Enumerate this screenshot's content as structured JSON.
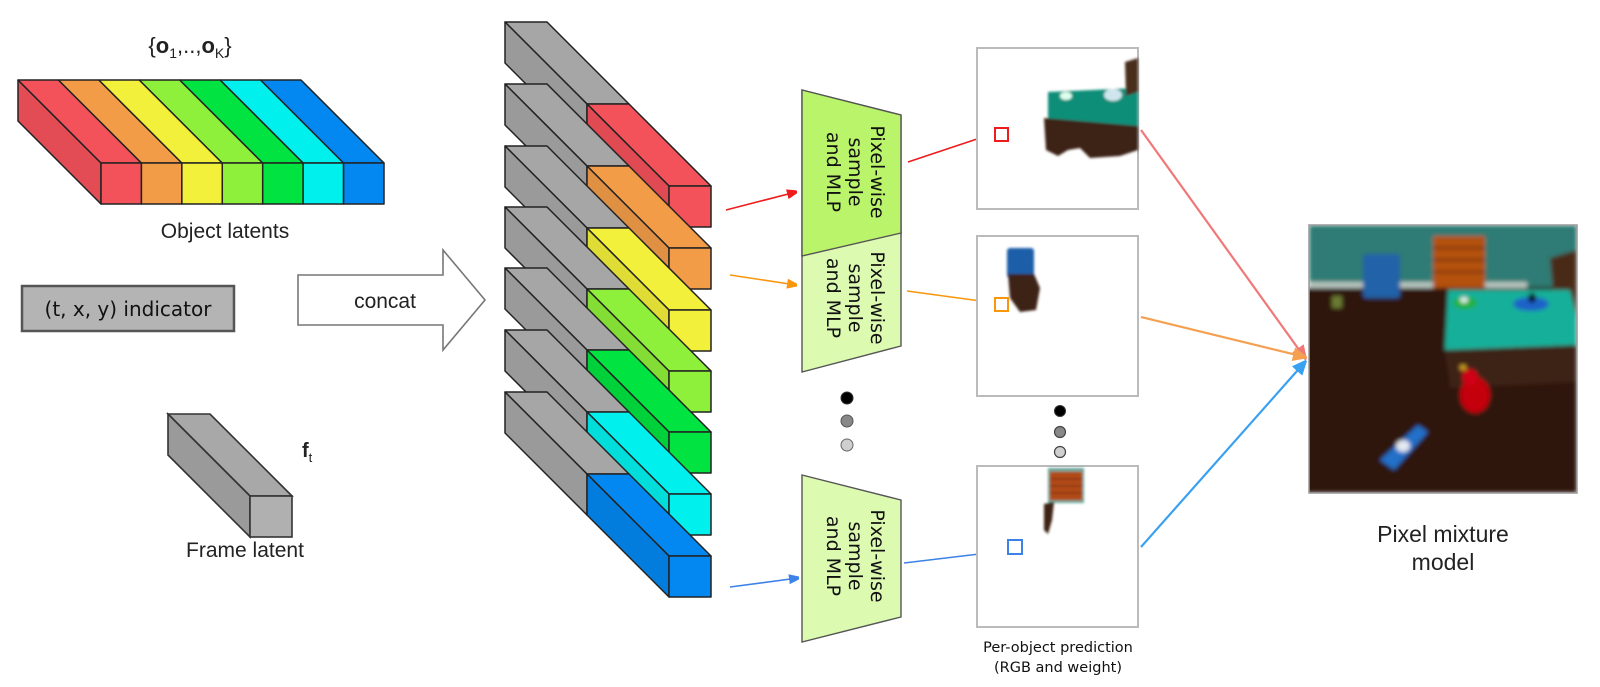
{
  "diagram": {
    "object_latents": {
      "set_label_open": "{",
      "set_label_o": "o",
      "set_label_sub1": "1",
      "set_label_mid": ",..,",
      "set_label_subK": "K",
      "set_label_close": "}",
      "caption": "Object latents",
      "slot_colors": [
        "#f4525a",
        "#f39c48",
        "#f2f03a",
        "#8ef03a",
        "#00e340",
        "#00f0ee",
        "#0288f0"
      ]
    },
    "indicator": {
      "label": "(t, x, y) indicator",
      "fill": "#b4b4b4"
    },
    "frame_latent": {
      "symbol": "f",
      "subscript": "t",
      "caption": "Frame latent",
      "fill": "#a8a8a8"
    },
    "concat_arrow": {
      "label": "concat"
    },
    "mlp_blocks": [
      {
        "line1": "Pixel-wise",
        "line2": "sample",
        "line3": "and MLP",
        "fill": "#b9f46a",
        "arrow_color": "#ee1c1c"
      },
      {
        "line1": "Pixel-wise",
        "line2": "sample",
        "line3": "and MLP",
        "fill": "#dcfab0",
        "arrow_color": "#f8960c"
      },
      {
        "line1": "Pixel-wise",
        "line2": "sample",
        "line3": "and MLP",
        "fill": "#dcfab0",
        "arrow_color": "#3d82e8"
      }
    ],
    "ellipsis_dot_colors": [
      "#000000",
      "#888888",
      "#c8c8c8"
    ],
    "per_object": {
      "caption_line1": "Per-object prediction",
      "caption_line2": "(RGB and weight)",
      "pixel_marker_colors": [
        "#ee1c1c",
        "#f8960c",
        "#3d82e8"
      ]
    },
    "mixture": {
      "caption_line1": "Pixel mixture",
      "caption_line2": "model",
      "arrow_colors": [
        "#f07878",
        "#f5a050",
        "#3aa0f0"
      ]
    }
  }
}
